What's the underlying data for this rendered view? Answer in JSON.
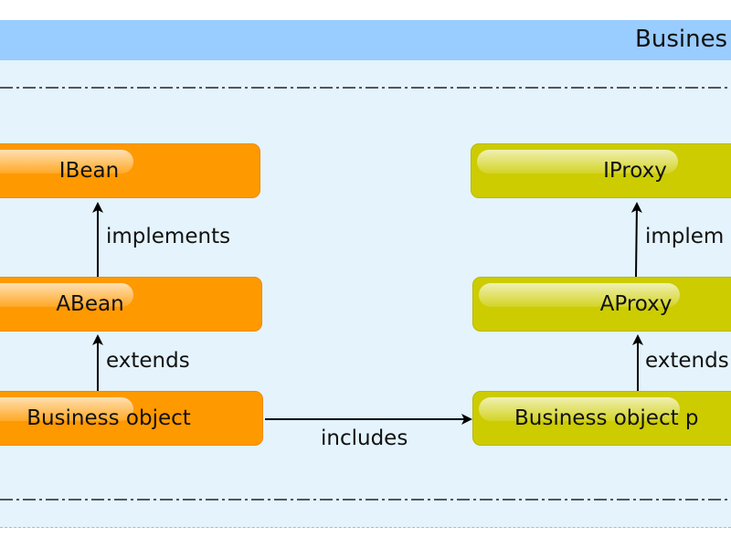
{
  "container": {
    "title": "Busines"
  },
  "nodes": {
    "ibean": "IBean",
    "abean": "ABean",
    "business_object": "Business object",
    "iproxy": "IProxy",
    "aproxy": "AProxy",
    "business_object_proxy": "Business object p"
  },
  "edges": {
    "implements_left": "implements",
    "extends_left": "extends",
    "includes": "includes",
    "implements_right": "implem",
    "extends_right": "extends"
  },
  "colors": {
    "bean": "#ff9900",
    "proxy": "#cccc00",
    "container_fill": "#e4f3fc",
    "header_fill": "#99ccff"
  }
}
